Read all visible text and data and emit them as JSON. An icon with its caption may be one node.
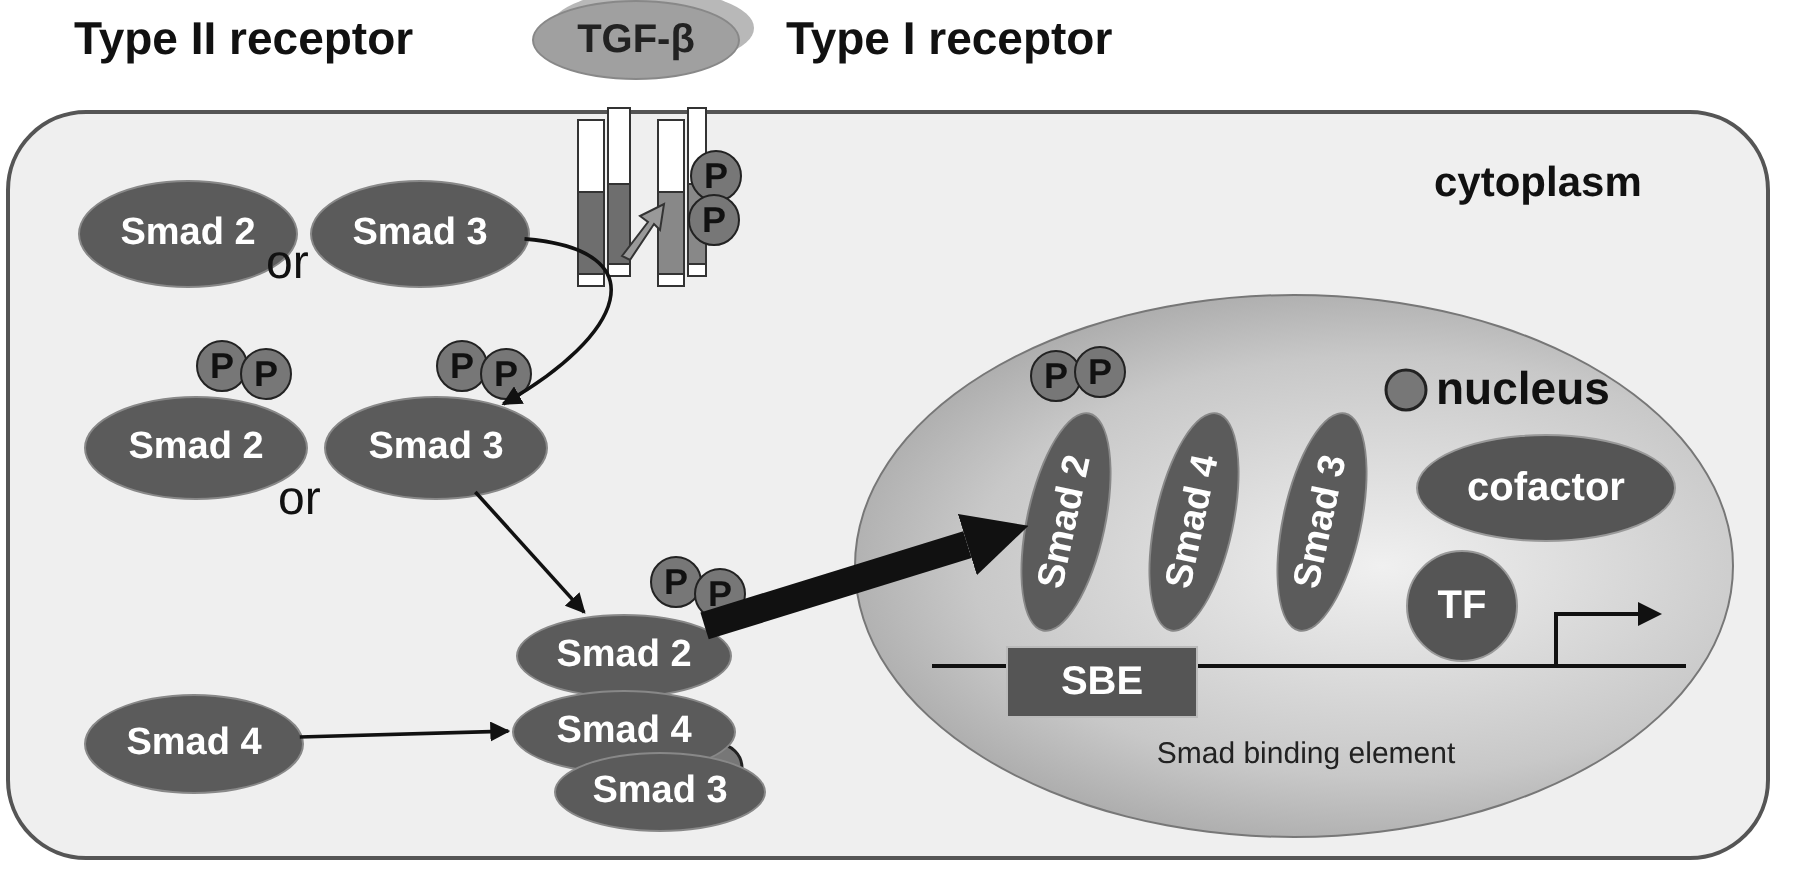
{
  "diagram": {
    "nodes": [
      {
        "text": [
          "cytoplasm"
        ]
      },
      {
        "text": [
          "TGF-β"
        ]
      },
      {
        "text": [
          "Smad 2"
        ],
        "in": 0
      },
      {
        "text": [
          "Smad 3"
        ],
        "in": 0
      },
      {
        "text": [
          "P"
        ],
        "in": 0
      },
      {
        "text": [
          "P"
        ],
        "in": 0
      },
      {
        "text": [
          "Smad 2"
        ],
        "in": 0
      },
      {
        "text": [
          "P"
        ],
        "in": 0
      },
      {
        "text": [
          "P"
        ],
        "in": 0
      },
      {
        "text": [
          "Smad 3"
        ],
        "in": 0
      },
      {
        "text": [
          "P"
        ],
        "in": 0
      },
      {
        "text": [
          "P"
        ],
        "in": 0
      },
      {
        "text": [
          "Smad 2"
        ],
        "in": 0
      },
      {
        "text": [
          "Smad 4"
        ],
        "in": 0
      },
      {
        "text": [
          "Smad 3"
        ],
        "in": 0
      },
      {
        "text": [
          "P"
        ],
        "in": 0
      },
      {
        "text": [
          "P"
        ],
        "in": 0
      },
      {
        "text": [
          "Smad 4"
        ],
        "in": 0
      },
      {
        "text": [
          "nucleus"
        ],
        "in": 0
      },
      {
        "text": [
          "Smad 2"
        ],
        "in": 18
      },
      {
        "text": [
          "Smad 4"
        ],
        "in": 18
      },
      {
        "text": [
          "Smad 3"
        ],
        "in": 18
      },
      {
        "text": [
          "P"
        ],
        "in": 18
      },
      {
        "text": [
          "P"
        ],
        "in": 18
      },
      {
        "text": [
          "cofactor"
        ],
        "in": 18
      },
      {
        "text": [
          "TF"
        ],
        "in": 18
      },
      {
        "text": [
          "SBE"
        ],
        "in": 18,
        "beside": [
          "Smad binding element"
        ]
      }
    ],
    "edges": [
      {
        "from": 3,
        "to": 9,
        "arrow": "to"
      },
      {
        "from": 9,
        "to": 12,
        "arrow": "to"
      },
      {
        "from": 17,
        "to": 13,
        "arrow": "to"
      },
      {
        "from": 12,
        "to": 19,
        "arrow": "to",
        "style": "thick"
      }
    ],
    "labels": [
      "Type II receptor",
      "Type I receptor",
      "or",
      "or"
    ]
  }
}
